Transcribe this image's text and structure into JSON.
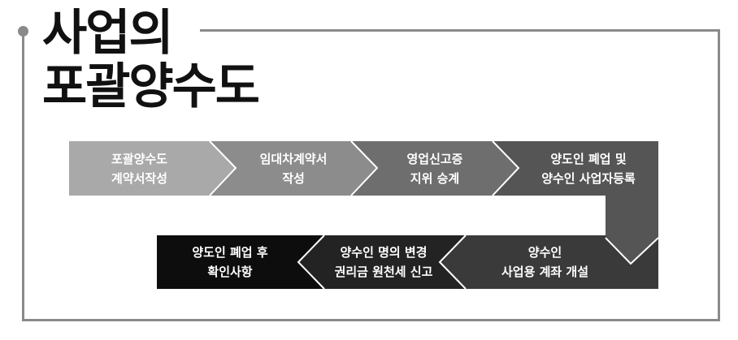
{
  "title": {
    "line1": "사업의",
    "line2": "포괄양수도"
  },
  "colors": {
    "frame": "#8a8a8a",
    "steps": [
      "#a9a9a9",
      "#8c8c8c",
      "#6e6e6e",
      "#555555",
      "#3a3a3a",
      "#232323",
      "#0d0d0d"
    ],
    "chevron_stroke": "#ffffff"
  },
  "steps": [
    {
      "line1": "포괄양수도",
      "line2": "계약서작성"
    },
    {
      "line1": "임대차계약서",
      "line2": "작성"
    },
    {
      "line1": "영업신고증",
      "line2": "지위 승계"
    },
    {
      "line1": "양도인 폐업 및",
      "line2": "양수인 사업자등록"
    },
    {
      "line1": "양수인",
      "line2": "사업용 계좌 개설"
    },
    {
      "line1": "양수인 명의 변경",
      "line2": "권리금 원천세 신고"
    },
    {
      "line1": "양도인 폐업 후",
      "line2": "확인사항"
    }
  ]
}
